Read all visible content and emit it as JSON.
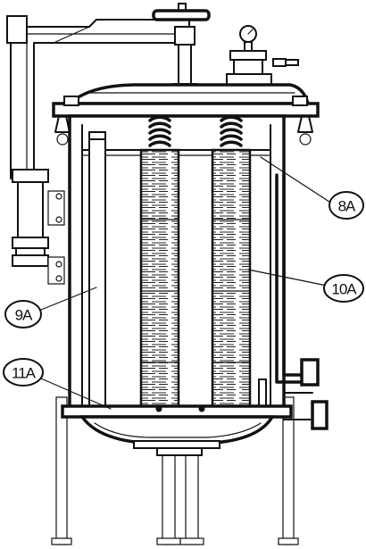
{
  "callouts": [
    {
      "id": "8A",
      "label": "8A"
    },
    {
      "id": "9A",
      "label": "9A"
    },
    {
      "id": "10A",
      "label": "10A"
    },
    {
      "id": "11A",
      "label": "11A"
    }
  ],
  "parts": {
    "filter_cartridge_count": 2,
    "support_leg_count": 4
  }
}
